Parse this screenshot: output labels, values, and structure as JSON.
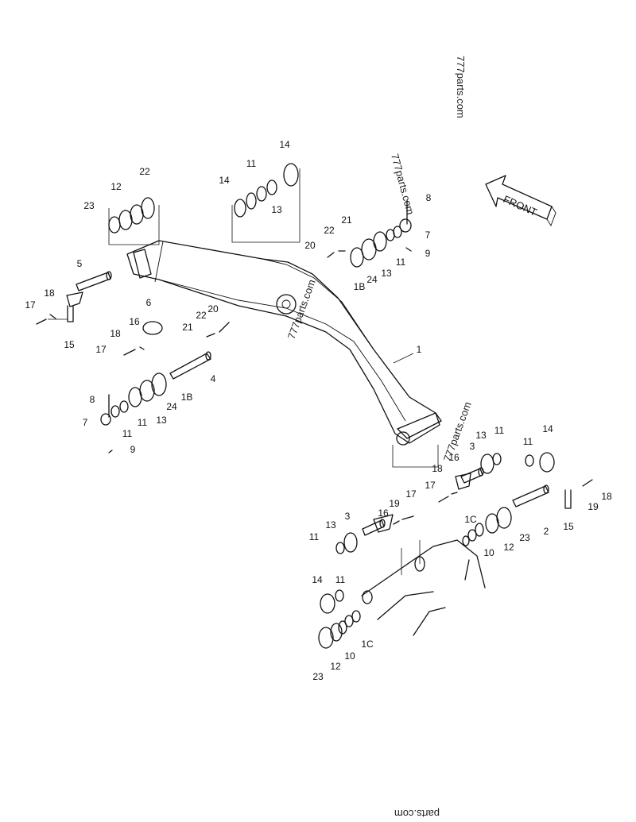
{
  "front_label": "FRONT",
  "watermarks": [
    "777parts.com",
    "777parts.com",
    "777parts.com",
    "777parts.com",
    "parts.com"
  ],
  "callouts": [
    "1",
    "2",
    "3",
    "3",
    "4",
    "5",
    "6",
    "7",
    "7",
    "8",
    "8",
    "9",
    "9",
    "10",
    "10",
    "11",
    "11",
    "11",
    "11",
    "11",
    "11",
    "11",
    "11",
    "12",
    "12",
    "12",
    "13",
    "13",
    "13",
    "13",
    "13",
    "14",
    "14",
    "14",
    "14",
    "15",
    "15",
    "16",
    "16",
    "16",
    "17",
    "17",
    "17",
    "17",
    "18",
    "18",
    "18",
    "18",
    "19",
    "19",
    "20",
    "20",
    "21",
    "21",
    "22",
    "22",
    "22",
    "23",
    "23",
    "24",
    "24",
    "1B",
    "1B",
    "1C",
    "1C"
  ]
}
